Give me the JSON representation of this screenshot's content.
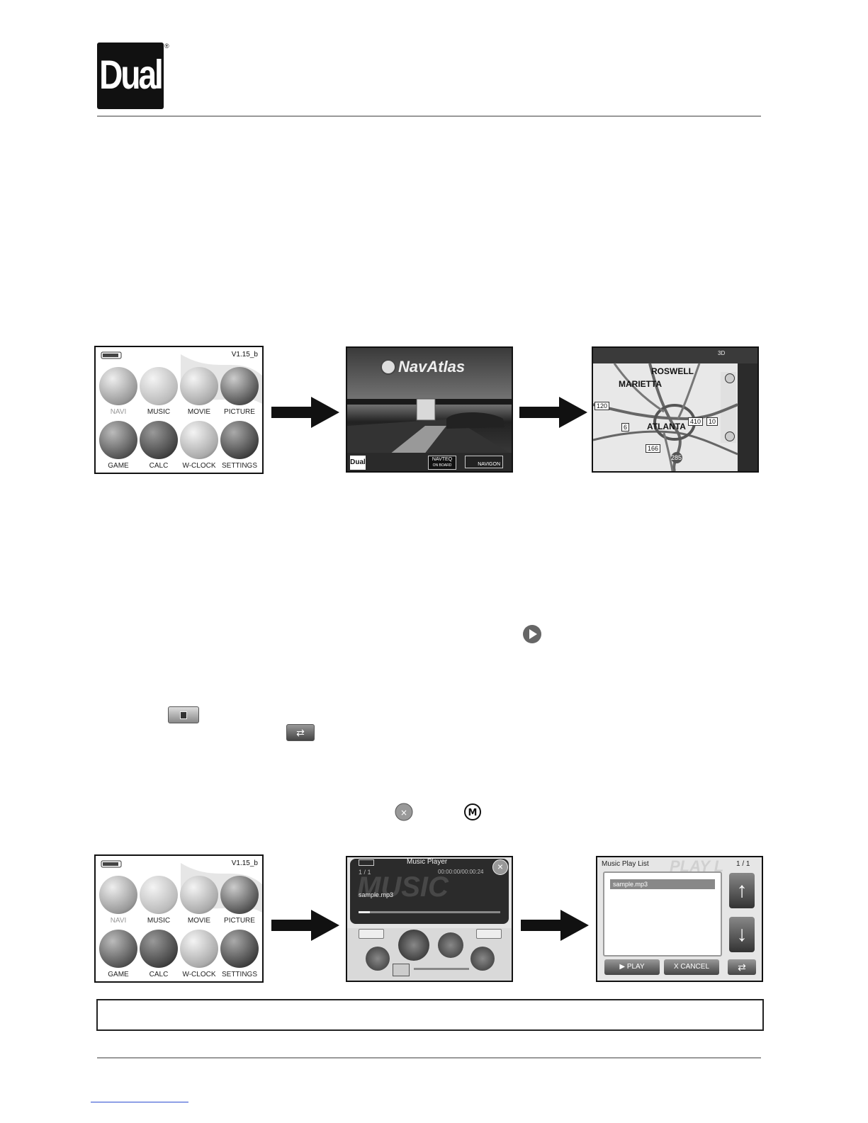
{
  "brand": {
    "logo_text": "Dual",
    "registered": "®"
  },
  "home_menu": {
    "version": "V1.15_b",
    "items": [
      "NAVI",
      "MUSIC",
      "MOVIE",
      "PICTURE",
      "GAME",
      "CALC",
      "W-CLOCK",
      "SETTINGS"
    ]
  },
  "navatlas": {
    "title": "NavAtlas",
    "logo": "Dual",
    "badge1_line1": "NAVTEQ",
    "badge1_line2": "ON BOARD",
    "badge2": "NAVIGON"
  },
  "map": {
    "places": [
      "ROSWELL",
      "MARIETTA",
      "ATLANTA"
    ],
    "routes": [
      "120",
      "6",
      "410",
      "10",
      "166",
      "285"
    ],
    "toolbar_label": "3D"
  },
  "music_player": {
    "title": "Music Player",
    "track_index": "1 / 1",
    "time": "00:00:00/00:00:24",
    "filename": "sample.mp3",
    "watermark": "MUSIC"
  },
  "playlist": {
    "title": "Music Play List",
    "watermark": "PLAY L",
    "page": "1 / 1",
    "items": [
      "sample.mp3"
    ],
    "play_label": "▶  PLAY",
    "cancel_label": "X CANCEL"
  },
  "icons": [
    "play-icon",
    "pause-icon",
    "repeat-icon",
    "close-icon",
    "menu-m-icon"
  ]
}
